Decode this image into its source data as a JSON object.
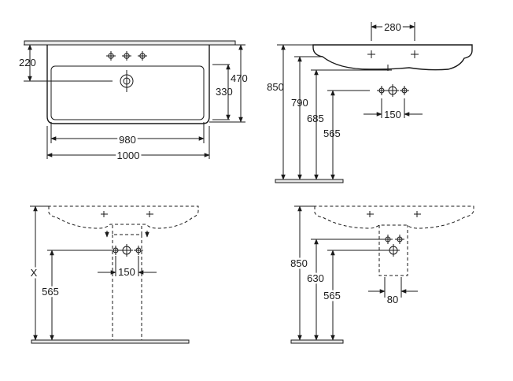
{
  "top_view": {
    "dim_220": "220",
    "dim_470": "470",
    "dim_330": "330",
    "dim_980": "980",
    "dim_1000": "1000"
  },
  "side_view": {
    "dim_280": "280",
    "dim_850": "850",
    "dim_790": "790",
    "dim_685": "685",
    "dim_565": "565",
    "dim_150": "150"
  },
  "pedestal_view": {
    "dim_x": "X",
    "dim_565": "565",
    "dim_150": "150"
  },
  "semi_pedestal_view": {
    "dim_850": "850",
    "dim_630": "630",
    "dim_565": "565",
    "dim_80": "80"
  }
}
